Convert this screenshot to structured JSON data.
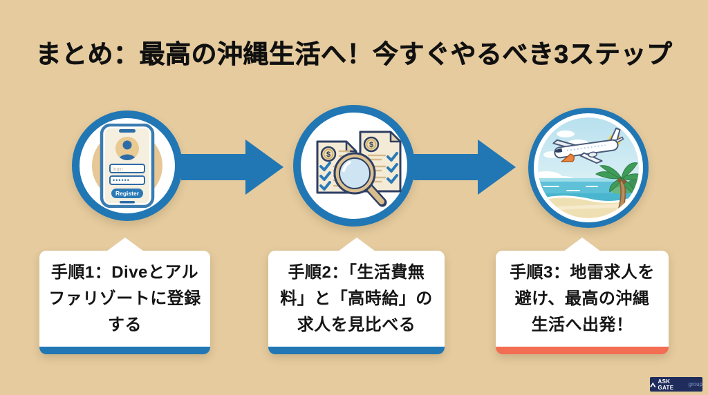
{
  "title": "まとめ：最高の沖縄生活へ！今すぐやるべき3ステップ",
  "colors": {
    "background": "#e5cb9e",
    "accent_blue": "#2177b4",
    "accent_salmon": "#f26d52",
    "outline_navy": "#2e3f63",
    "card_bg": "#ffffff",
    "logo_bg": "#1f2c5c",
    "title_text": "#111111"
  },
  "steps": [
    {
      "icon": "phone-register-icon",
      "card": {
        "accent": "#2177b4",
        "lines": [
          "手順1：Diveとアル",
          "ファリゾートに登録",
          "する"
        ]
      }
    },
    {
      "icon": "job-compare-magnifier-icon",
      "card": {
        "accent": "#2177b4",
        "lines": [
          "手順2：「生活費無",
          "料」と「高時給」の",
          "求人を見比べる"
        ]
      }
    },
    {
      "icon": "beach-departure-icon",
      "card": {
        "accent": "#f26d52",
        "lines": [
          "手順3：地雷求人を",
          "避け、最高の沖縄",
          "生活へ出発！"
        ]
      }
    }
  ],
  "phone_screen": {
    "login_placeholder": "login",
    "password_value": "••••••",
    "register_label": "Register"
  },
  "doc_icon": {
    "coin_symbol": "$"
  },
  "logo": {
    "brand": "ASK GATE",
    "suffix": "group"
  }
}
